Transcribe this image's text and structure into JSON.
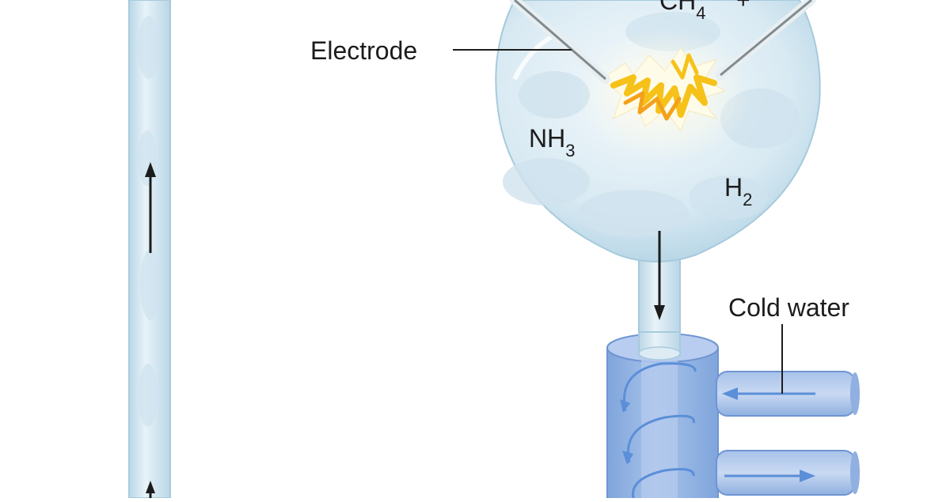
{
  "labels": {
    "electrode": "Electrode",
    "ch4": {
      "base": "CH",
      "sub": "4"
    },
    "plus": "+",
    "nh3": {
      "base": "NH",
      "sub": "3"
    },
    "h2": {
      "base": "H",
      "sub": "2"
    },
    "cold_water": "Cold water"
  },
  "colors": {
    "glass_light": "#e6f1f7",
    "glass_mid": "#c9e0ec",
    "glass_edge": "#9fc6da",
    "condenser": "#8aaee0",
    "condenser_dark": "#6f95d2",
    "water_arrow": "#5b8fd8",
    "spark_yellow": "#f6c21a",
    "spark_orange": "#f3a11c"
  }
}
